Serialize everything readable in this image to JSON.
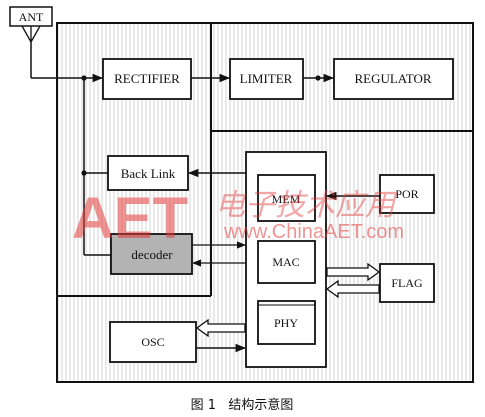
{
  "antenna": {
    "label": "ANT"
  },
  "blocks": {
    "rectifier": "RECTIFIER",
    "limiter": "LIMITER",
    "regulator": "REGULATOR",
    "back_link": "Back Link",
    "decoder": "decoder",
    "mem": "MEM",
    "mac": "MAC",
    "phy": "PHY",
    "por": "POR",
    "flag": "FLAG",
    "osc": "OSC"
  },
  "caption": "图 1   结构示意图",
  "watermark": {
    "logo_text": "AET",
    "url": "www.ChinaAET.com",
    "chinese": "电子技术应用"
  },
  "colors": {
    "stripe_fill": "#ececec",
    "decoder_fill": "#b3b3b3",
    "watermark": "#e23b3b"
  }
}
